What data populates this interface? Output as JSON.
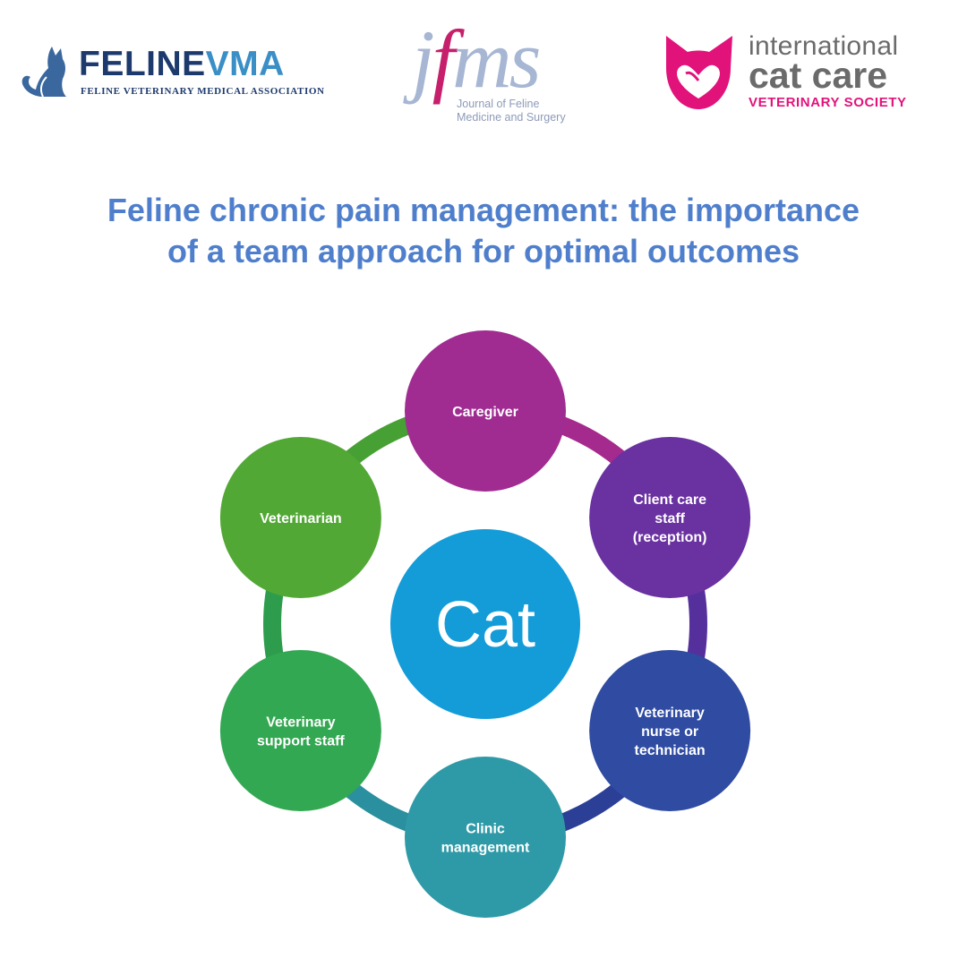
{
  "logos": {
    "felinevma": {
      "word_part1": "FELINE",
      "word_part2": "VMA",
      "subtitle": "FELINE VETERINARY MEDICAL ASSOCIATION",
      "icon": "cat-silhouette-icon"
    },
    "jfms": {
      "letter_j": "j",
      "letter_f": "f",
      "letters_ms": "ms",
      "subtitle_line1": "Journal of Feline",
      "subtitle_line2": "Medicine and Surgery"
    },
    "icc": {
      "line1": "international",
      "line2": "cat care",
      "line3": "VETERINARY SOCIETY",
      "icon": "cat-face-heart-icon"
    }
  },
  "title": {
    "line1": "Feline chronic pain management: the importance",
    "line2": "of a team approach for optimal outcomes"
  },
  "diagram": {
    "center": {
      "label": "Cat",
      "color": "#139cd8"
    },
    "nodes": [
      {
        "id": "caregiver",
        "lines": [
          "Caregiver"
        ],
        "color": "#a02c92"
      },
      {
        "id": "client-care-staff",
        "lines": [
          "Client care",
          "staff",
          "(reception)"
        ],
        "color": "#6a31a1"
      },
      {
        "id": "veterinary-nurse",
        "lines": [
          "Veterinary",
          "nurse or",
          "technician"
        ],
        "color": "#2f4ba2"
      },
      {
        "id": "clinic-management",
        "lines": [
          "Clinic",
          "management"
        ],
        "color": "#2f9aa7"
      },
      {
        "id": "veterinary-support-staff",
        "lines": [
          "Veterinary",
          "support staff"
        ],
        "color": "#33a852"
      },
      {
        "id": "veterinarian",
        "lines": [
          "Veterinarian"
        ],
        "color": "#52a835"
      }
    ],
    "connectors": [
      {
        "from": "caregiver",
        "to": "client-care-staff",
        "color": "#a52a8e"
      },
      {
        "from": "client-care-staff",
        "to": "veterinary-nurse",
        "color": "#55309c"
      },
      {
        "from": "veterinary-nurse",
        "to": "clinic-management",
        "color": "#2c3f96"
      },
      {
        "from": "clinic-management",
        "to": "veterinary-support-staff",
        "color": "#2a8f9e"
      },
      {
        "from": "veterinary-support-staff",
        "to": "veterinarian",
        "color": "#2d9c4c"
      },
      {
        "from": "veterinarian",
        "to": "caregiver",
        "color": "#46a033"
      }
    ]
  }
}
